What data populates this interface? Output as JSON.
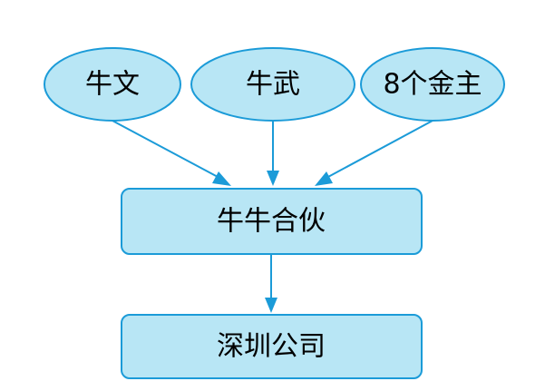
{
  "nodes": {
    "niu_wen": "牛文",
    "niu_wu": "牛武",
    "investors": "8个金主",
    "partnership": "牛牛合伙",
    "company": "深圳公司"
  },
  "colors": {
    "node_fill": "#b8e6f5",
    "node_stroke": "#1b9bd8",
    "arrow": "#1b9bd8",
    "text": "#000000"
  }
}
